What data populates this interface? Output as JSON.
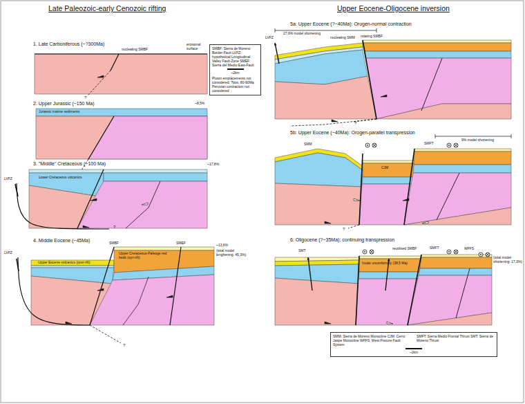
{
  "diagram": {
    "nodes": [
      {
        "text": [
          "SMBF: Sierra de Moreno Border-Fault LVFZ: hypothetical Longitudinal Valley Fault-Zone SMEF: Sierra del Medio East-Fault",
          "~2km",
          "Pluton emplacements not considered, ?pos. 80-90Ma Peruvian contraction not considered"
        ]
      },
      {
        "text": [
          "SMM: Sierra de Moreno Monocline CJM: Cerro Jaspe Monocline WFFS: West-Fissure Fault System",
          "SMFT: Sierra Medio Frontal Thrust SMT: Sierra de Moreno Thrust",
          "~2km"
        ]
      }
    ],
    "labels": [
      "Late Paleozoic-early Cenozoic rifting",
      "1. Late Carboniferous (~?300Ma)",
      "nucleating SMBF",
      "erosional surface",
      "?",
      "2. Upper Jurassic (~150 Ma)",
      "~8,5%",
      "Jurassic marine sediments",
      "3. \"Middle\" Cretaceous (~100 Ma)",
      "~17,8%",
      "LVFZ",
      "Lower Cretaceous volcanics",
      "?",
      "4. Middle Eocene (~45Ma)",
      "LVFZ",
      "SMBF",
      "SMEF",
      "Upper Cretaceous-Paleoge red beds (syn-rift)",
      "Upper Eocene volcanics (post-rift)",
      "~13,6%",
      "(total model lenghening: 45,3%)",
      "?",
      "Upper Eocene-Oligocene inversion",
      "5a: Upper Eocene (?~40Ma): Orogen-normal contraction",
      "LVFZ",
      "27,6% model shortening",
      "nucleating SMM",
      "rotating SMBF",
      "?",
      "5b: Upper Eocene (~40Ma): Orogen-parallel transpression",
      "SMM",
      "CJM",
      "SMFT",
      "9% model shortening",
      "?",
      "6: Oligocene (?~35Ma): continuing transpression",
      "SMT",
      "reutilised SMBF",
      "Incaic unconformity (38,5 Ma)",
      "SMFT",
      "WFFS",
      "(total model shortening: 17,3%)"
    ]
  }
}
